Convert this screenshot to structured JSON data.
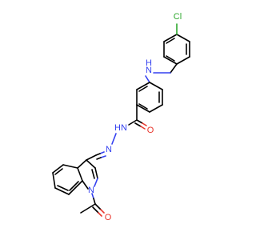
{
  "molecule": {
    "colors": {
      "carbon_bond": "#000000",
      "nitrogen": "#3340f0",
      "oxygen": "#e8372d",
      "chlorine": "#2ea82e"
    },
    "labels": {
      "cl": "Cl",
      "nh_n": "N",
      "nh_h": "H",
      "amide_o": "O",
      "hydrazide_n": "N",
      "hydrazide_h": "H",
      "imine_n": "N",
      "indole_n": "N",
      "acetyl_o": "O"
    }
  }
}
